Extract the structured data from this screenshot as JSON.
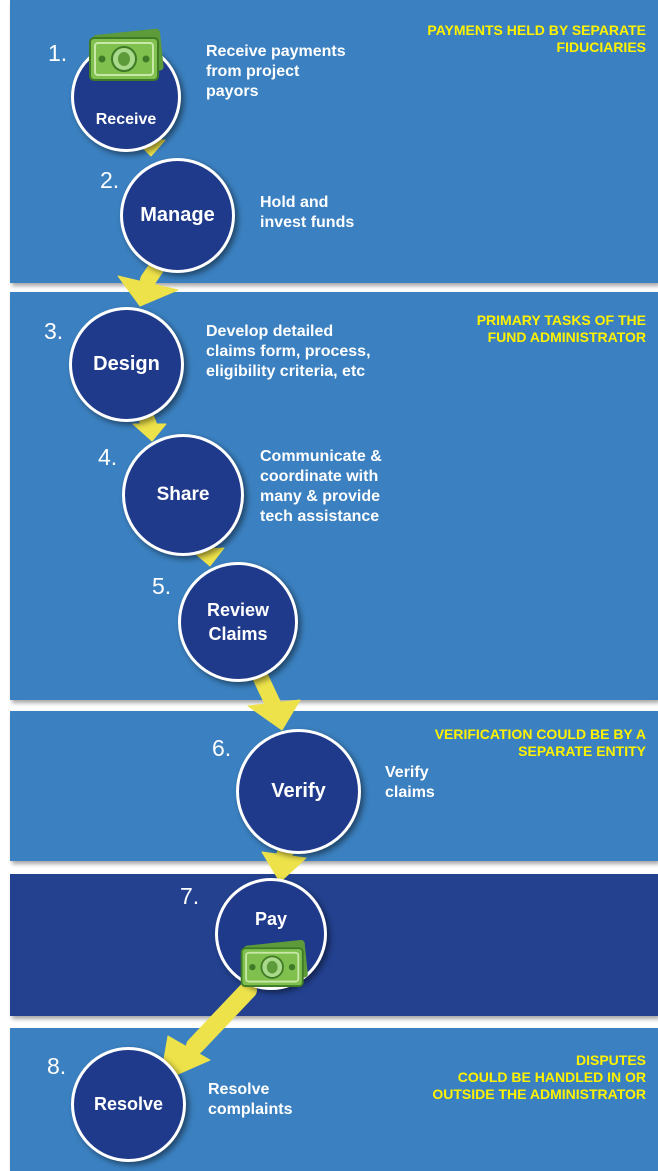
{
  "notes": {
    "payments": "PAYMENTS HELD BY SEPARATE\nFIDUCIARIES",
    "primary": "PRIMARY TASKS OF THE\nFUND ADMINISTRATOR",
    "verification": "VERIFICATION COULD BE BY A\nSEPARATE ENTITY",
    "disputes": "DISPUTES\nCOULD BE HANDLED IN OR\nOUTSIDE THE ADMINISTRATOR"
  },
  "steps": [
    {
      "number": "1.",
      "label": "Receive",
      "description": "Receive payments\nfrom project\npayors"
    },
    {
      "number": "2.",
      "label": "Manage",
      "description": "Hold and\ninvest funds"
    },
    {
      "number": "3.",
      "label": "Design",
      "description": "Develop detailed\nclaims form, process,\neligibility criteria, etc"
    },
    {
      "number": "4.",
      "label": "Share",
      "description": "Communicate &\ncoordinate with\nmany & provide\ntech assistance"
    },
    {
      "number": "5.",
      "label": "Review\nClaims",
      "description": ""
    },
    {
      "number": "6.",
      "label": "Verify",
      "description": "Verify\nclaims"
    },
    {
      "number": "7.",
      "label": "Pay",
      "description": ""
    },
    {
      "number": "8.",
      "label": "Resolve",
      "description": "Resolve\ncomplaints"
    }
  ],
  "colors": {
    "panel_light": "#3b80c0",
    "panel_dark": "#23418f",
    "circle": "#1f3a8a",
    "arrow": "#ede24a",
    "note_text": "#fff200"
  },
  "icons": [
    "money-icon"
  ]
}
